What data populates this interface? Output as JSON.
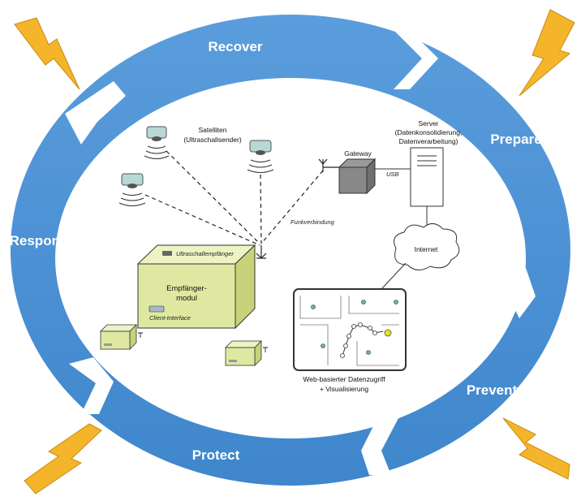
{
  "phases": {
    "recover": "Recover",
    "prepare": "Prepare",
    "prevent": "Prevent",
    "protect": "Protect",
    "respond": "Respond"
  },
  "system": {
    "satellites_title": "Satelliten",
    "satellites_sub": "(Ultraschallsender)",
    "gateway": "Gateway",
    "usb": "USB",
    "server_title": "Server",
    "server_line1": "(Datenkonsolidierung,",
    "server_line2": "Datenverarbeitung)",
    "radio_link": "Funkverbindung",
    "internet": "Internet",
    "ultrasound_receiver": "Ultraschallempfänger",
    "receiver_module_line1": "Empfänger-",
    "receiver_module_line2": "modul",
    "client_interface": "Client-Interface",
    "web_access_line1": "Web-basierter Datenzugriff",
    "web_access_line2": "+ Visualisierung"
  },
  "colors": {
    "ring_blue": "#4a90d2",
    "lightning": "#f5b52a",
    "module_green": "#dfe8a0",
    "satellite_teal": "#b7d8d6"
  }
}
